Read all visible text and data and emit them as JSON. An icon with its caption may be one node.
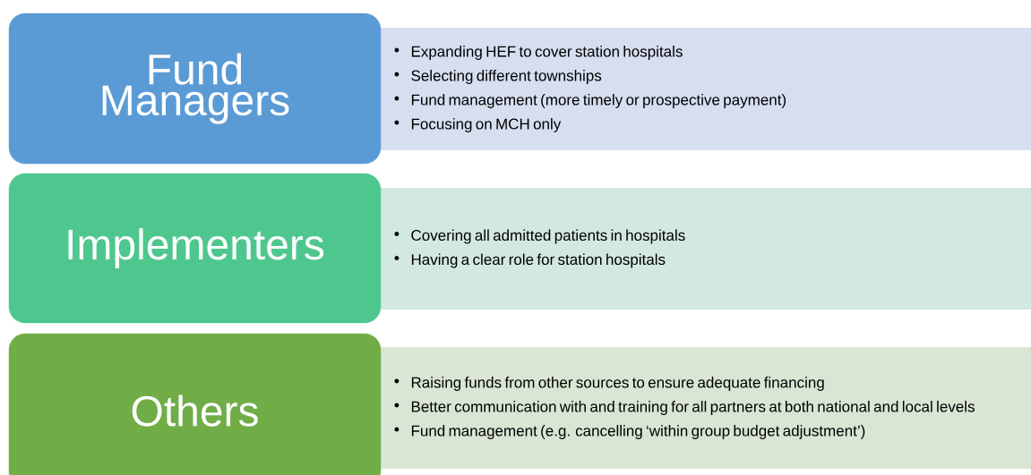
{
  "diagram": {
    "nodes": [
      {
        "text": [
          "Fund Managers"
        ]
      },
      {
        "text": [
          "Expanding HEF to cover station hospitals",
          "Selecting different townships",
          "Fund management (more timely or prospective payment)",
          "Focusing on MCH only"
        ]
      },
      {
        "text": [
          "Implementers"
        ]
      },
      {
        "text": [
          "Covering all admitted patients in hospitals",
          "Having a clear role for station hospitals"
        ]
      },
      {
        "text": [
          "Others"
        ]
      },
      {
        "text": [
          "Raising funds from other sources to ensure adequate financing",
          "Better communication with and training for all partners at both national and local levels",
          "Fund management (e.g. cancelling ‘within group budget adjustment’)"
        ]
      }
    ]
  }
}
